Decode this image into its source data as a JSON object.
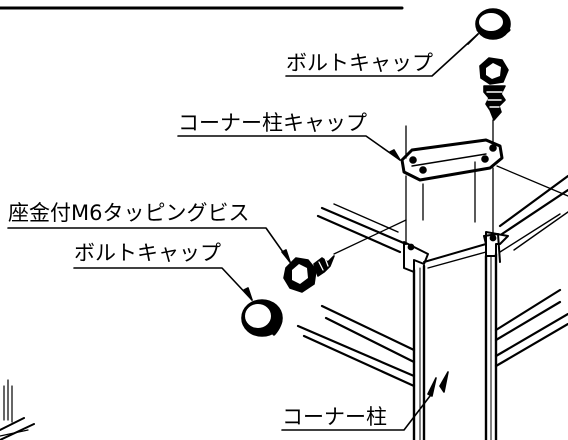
{
  "labels": {
    "bolt_cap_top": "ボルトキャップ",
    "corner_post_cap": "コーナー柱キャップ",
    "tapping_screw": "座金付M6タッピングビス",
    "bolt_cap_left": "ボルトキャップ",
    "corner_post": "コーナー柱"
  },
  "colors": {
    "line": "#000000",
    "background": "#ffffff"
  }
}
